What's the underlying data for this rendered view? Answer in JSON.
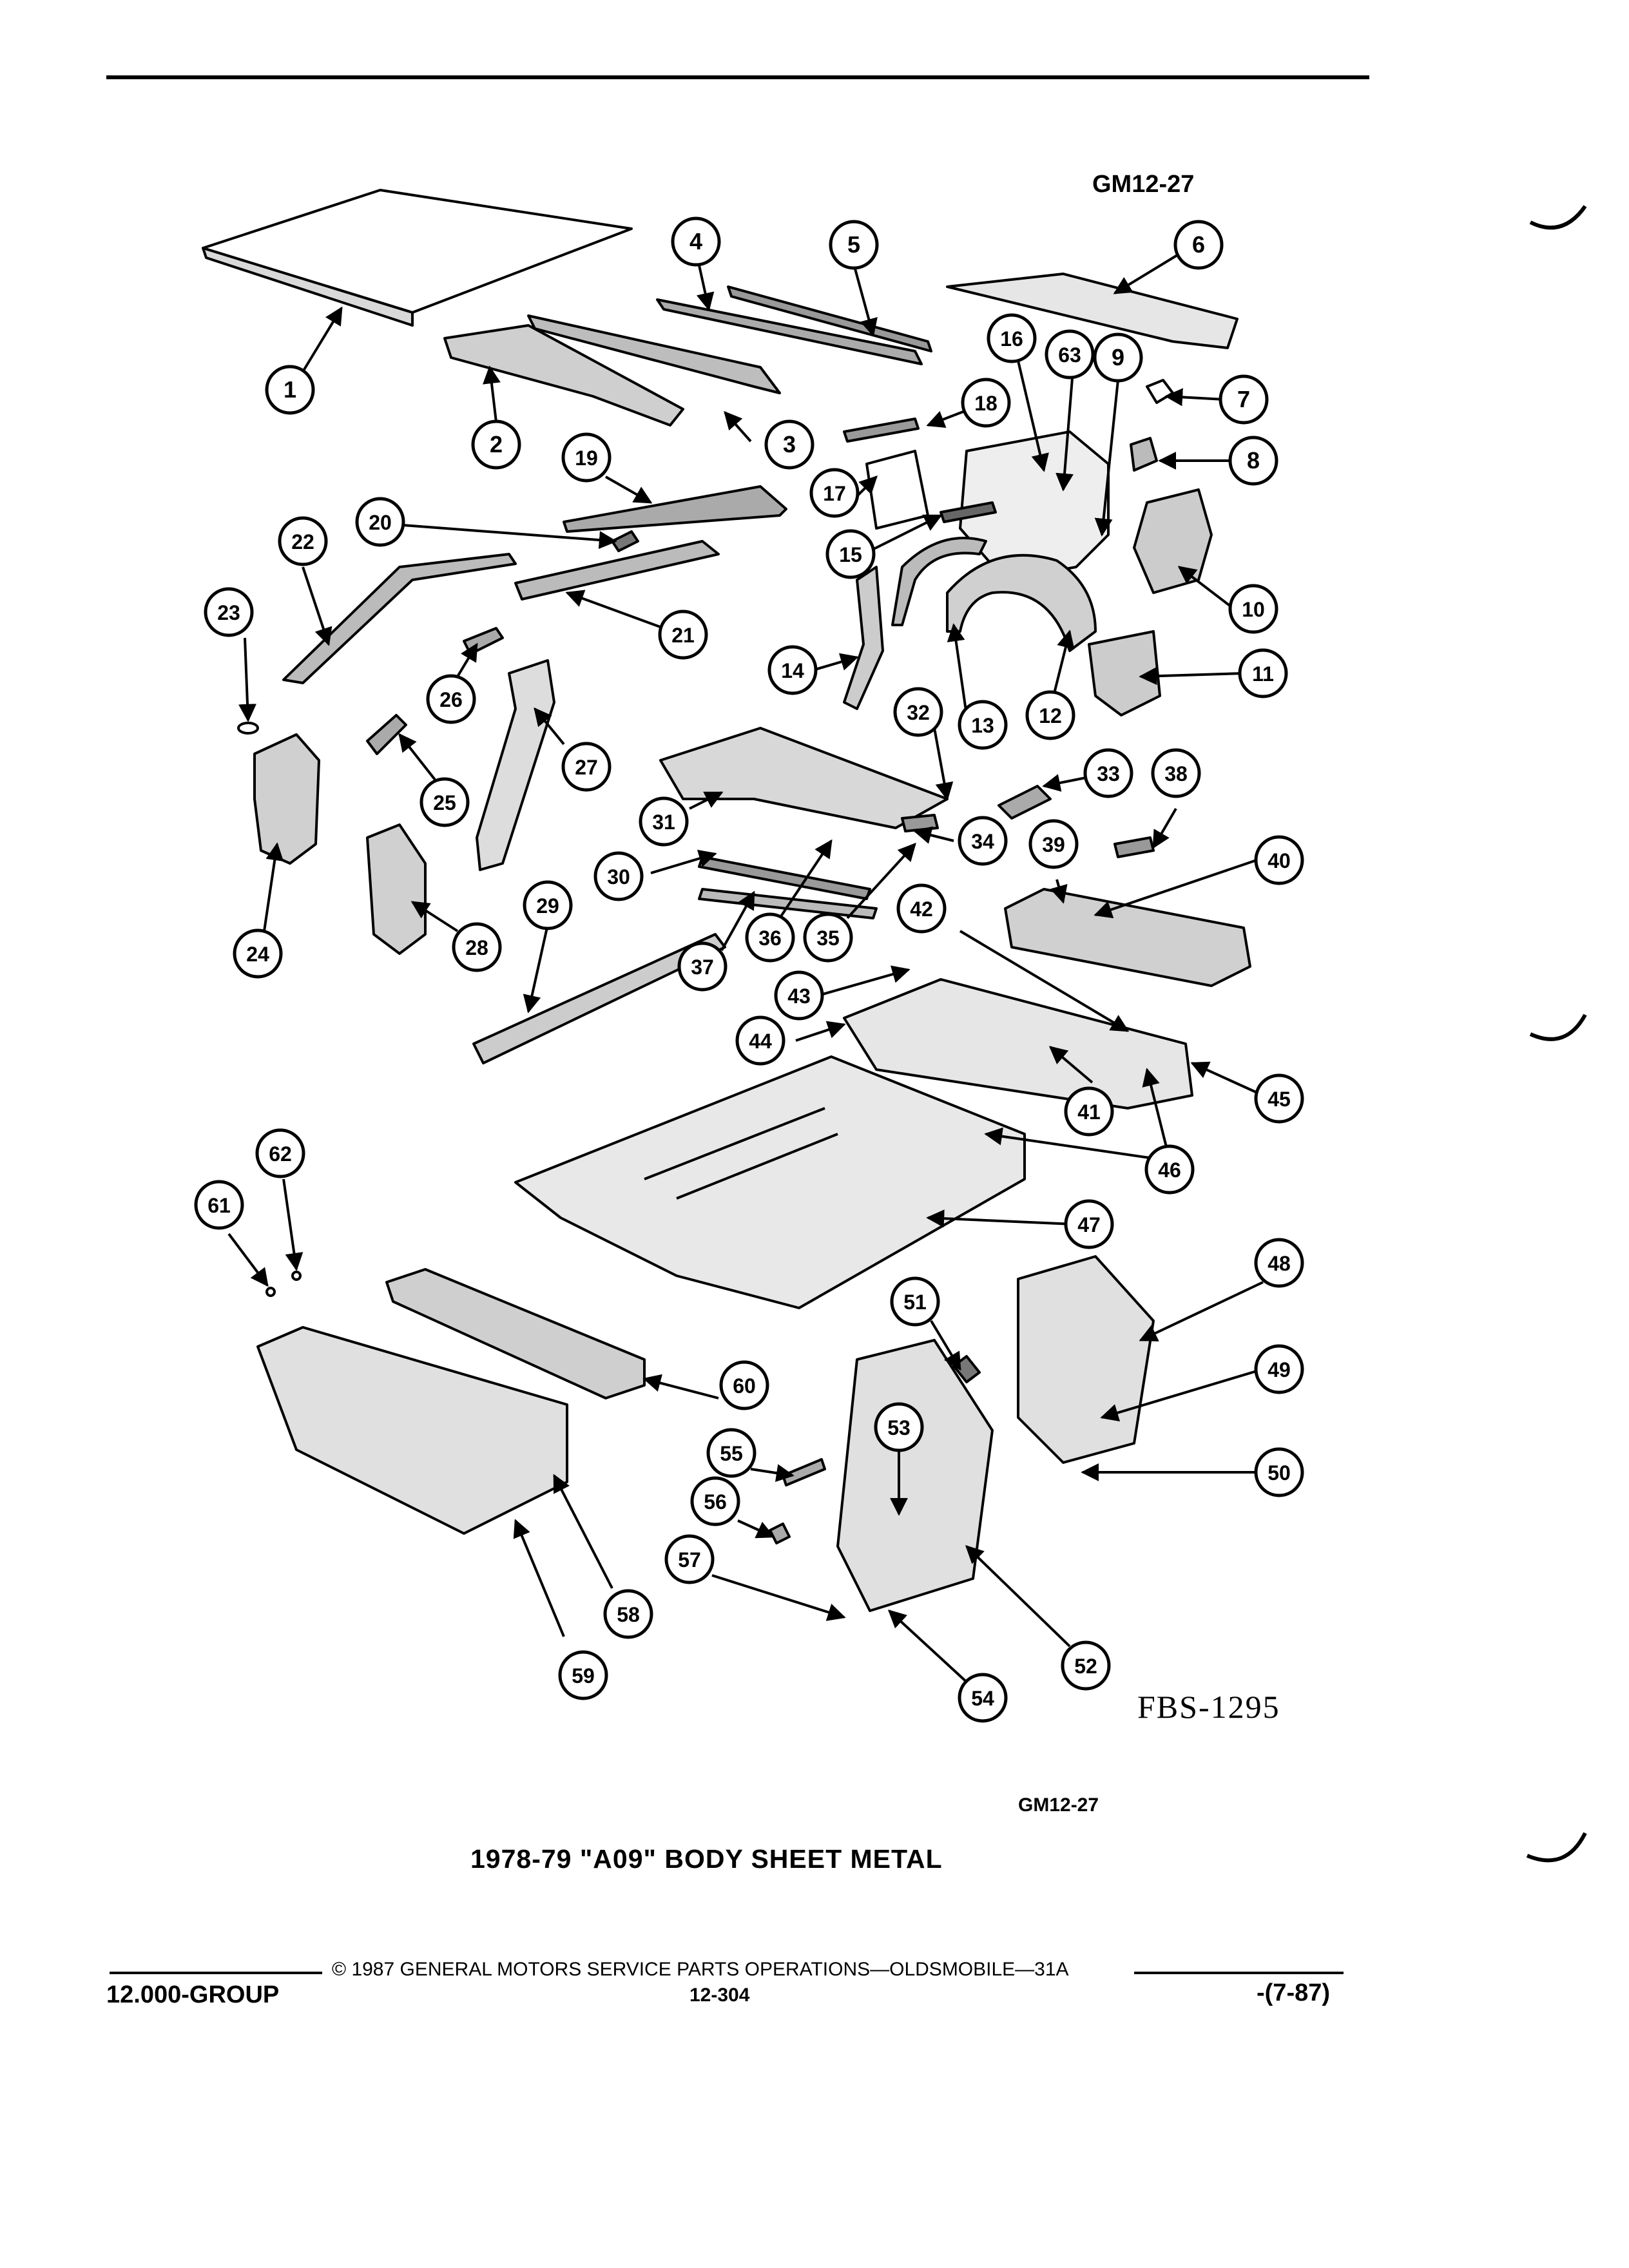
{
  "header": {
    "figure_code_top": "GM12-27"
  },
  "figure": {
    "figure_code_bottom": "GM12-27",
    "illustration_code": "FBS-1295",
    "title": "1978-79 \"A09\" BODY SHEET METAL"
  },
  "callouts": [
    "1",
    "2",
    "3",
    "4",
    "5",
    "6",
    "7",
    "8",
    "9",
    "10",
    "11",
    "12",
    "13",
    "14",
    "15",
    "16",
    "17",
    "18",
    "19",
    "20",
    "21",
    "22",
    "23",
    "24",
    "25",
    "26",
    "27",
    "28",
    "29",
    "30",
    "31",
    "32",
    "33",
    "34",
    "35",
    "36",
    "37",
    "38",
    "39",
    "40",
    "41",
    "42",
    "43",
    "44",
    "45",
    "46",
    "47",
    "48",
    "49",
    "50",
    "51",
    "52",
    "53",
    "54",
    "55",
    "56",
    "57",
    "58",
    "59",
    "60",
    "61",
    "62",
    "63"
  ],
  "footer": {
    "copyright": "© 1987 GENERAL MOTORS SERVICE PARTS OPERATIONS—OLDSMOBILE—31A",
    "group": "12.000-GROUP",
    "page_number": "12-304",
    "revision": "-(7-87)"
  }
}
